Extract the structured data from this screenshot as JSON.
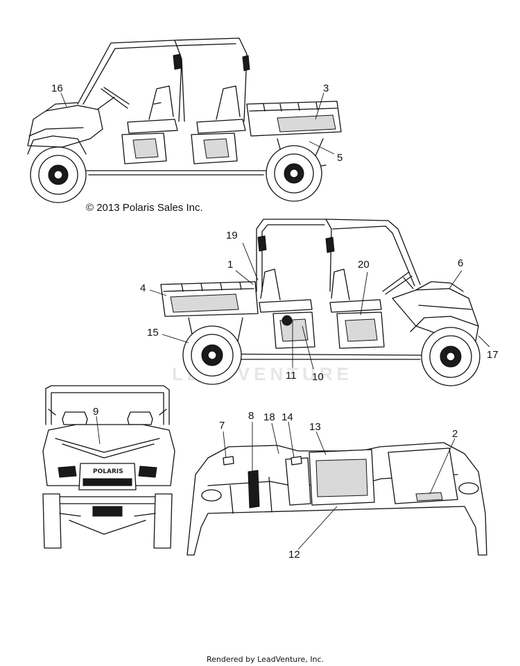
{
  "copyright": "© 2013 Polaris Sales Inc.",
  "footer": "Rendered by LeadVenture, Inc.",
  "watermark": "LEADVENTURE",
  "grill_badge": "POLARIS",
  "callouts": [
    {
      "id": "c16",
      "label": "16"
    },
    {
      "id": "c3",
      "label": "3"
    },
    {
      "id": "c5",
      "label": "5"
    },
    {
      "id": "c19",
      "label": "19"
    },
    {
      "id": "c1",
      "label": "1"
    },
    {
      "id": "c20",
      "label": "20"
    },
    {
      "id": "c6",
      "label": "6"
    },
    {
      "id": "c4",
      "label": "4"
    },
    {
      "id": "c15",
      "label": "15"
    },
    {
      "id": "c17",
      "label": "17"
    },
    {
      "id": "c11",
      "label": "11"
    },
    {
      "id": "c10",
      "label": "10"
    },
    {
      "id": "c9",
      "label": "9"
    },
    {
      "id": "c7",
      "label": "7"
    },
    {
      "id": "c8",
      "label": "8"
    },
    {
      "id": "c18",
      "label": "18"
    },
    {
      "id": "c14",
      "label": "14"
    },
    {
      "id": "c13",
      "label": "13"
    },
    {
      "id": "c2",
      "label": "2"
    },
    {
      "id": "c12",
      "label": "12"
    }
  ]
}
